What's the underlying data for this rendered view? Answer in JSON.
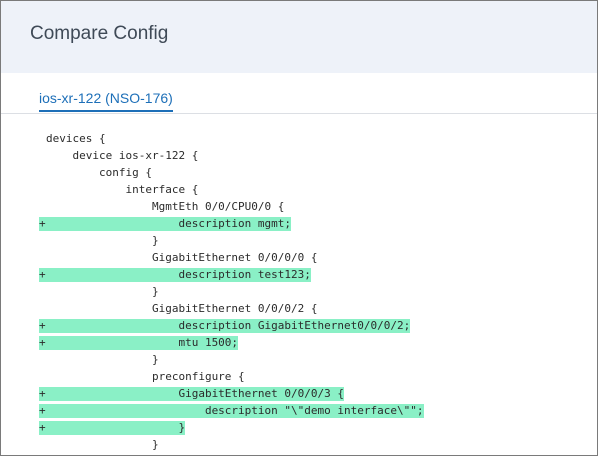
{
  "header": {
    "title": "Compare Config"
  },
  "tabs": [
    {
      "label": "ios-xr-122 (NSO-176)",
      "active": true
    }
  ],
  "colors": {
    "added_highlight": "#8af0c6",
    "tab_accent": "#1d6fb8",
    "header_bg": "#eef2f9"
  },
  "diff": [
    {
      "prefix": " ",
      "text": "devices {",
      "added": false
    },
    {
      "prefix": " ",
      "text": "    device ios-xr-122 {",
      "added": false
    },
    {
      "prefix": " ",
      "text": "        config {",
      "added": false
    },
    {
      "prefix": " ",
      "text": "            interface {",
      "added": false
    },
    {
      "prefix": " ",
      "text": "                MgmtEth 0/0/CPU0/0 {",
      "added": false
    },
    {
      "prefix": "+",
      "text": "                    description mgmt;",
      "added": true
    },
    {
      "prefix": " ",
      "text": "                }",
      "added": false
    },
    {
      "prefix": " ",
      "text": "                GigabitEthernet 0/0/0/0 {",
      "added": false
    },
    {
      "prefix": "+",
      "text": "                    description test123;",
      "added": true
    },
    {
      "prefix": " ",
      "text": "                }",
      "added": false
    },
    {
      "prefix": " ",
      "text": "                GigabitEthernet 0/0/0/2 {",
      "added": false
    },
    {
      "prefix": "+",
      "text": "                    description GigabitEthernet0/0/0/2;",
      "added": true
    },
    {
      "prefix": "+",
      "text": "                    mtu 1500;",
      "added": true
    },
    {
      "prefix": " ",
      "text": "                }",
      "added": false
    },
    {
      "prefix": " ",
      "text": "                preconfigure {",
      "added": false
    },
    {
      "prefix": "+",
      "text": "                    GigabitEthernet 0/0/0/3 {",
      "added": true
    },
    {
      "prefix": "+",
      "text": "                        description \"\\\"demo interface\\\"\";",
      "added": true
    },
    {
      "prefix": "+",
      "text": "                    }",
      "added": true
    },
    {
      "prefix": " ",
      "text": "                }",
      "added": false
    }
  ]
}
